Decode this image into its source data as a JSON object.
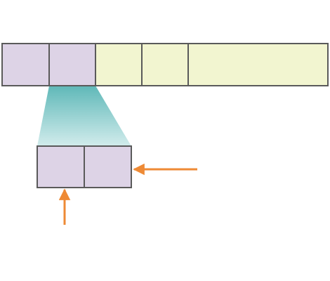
{
  "diagram": {
    "colors": {
      "background": "#ffffff",
      "cell_stroke": "#5a5a5a",
      "selected_fill": "#ddd3e6",
      "other_fill": "#f2f5d0",
      "projection_top": "#5fb8b8",
      "projection_bottom": "#d2ecec",
      "arrow": "#ee8a35"
    },
    "top_row": {
      "cells": [
        {
          "state": "selected"
        },
        {
          "state": "selected"
        },
        {
          "state": "other"
        },
        {
          "state": "other"
        },
        {
          "state": "other"
        }
      ]
    },
    "zoom_row": {
      "cells": [
        {
          "state": "selected"
        },
        {
          "state": "selected"
        }
      ]
    },
    "arrows": [
      {
        "direction": "left",
        "target": "zoom-row-right-edge"
      },
      {
        "direction": "up",
        "target": "zoom-row-bottom-edge"
      }
    ]
  }
}
